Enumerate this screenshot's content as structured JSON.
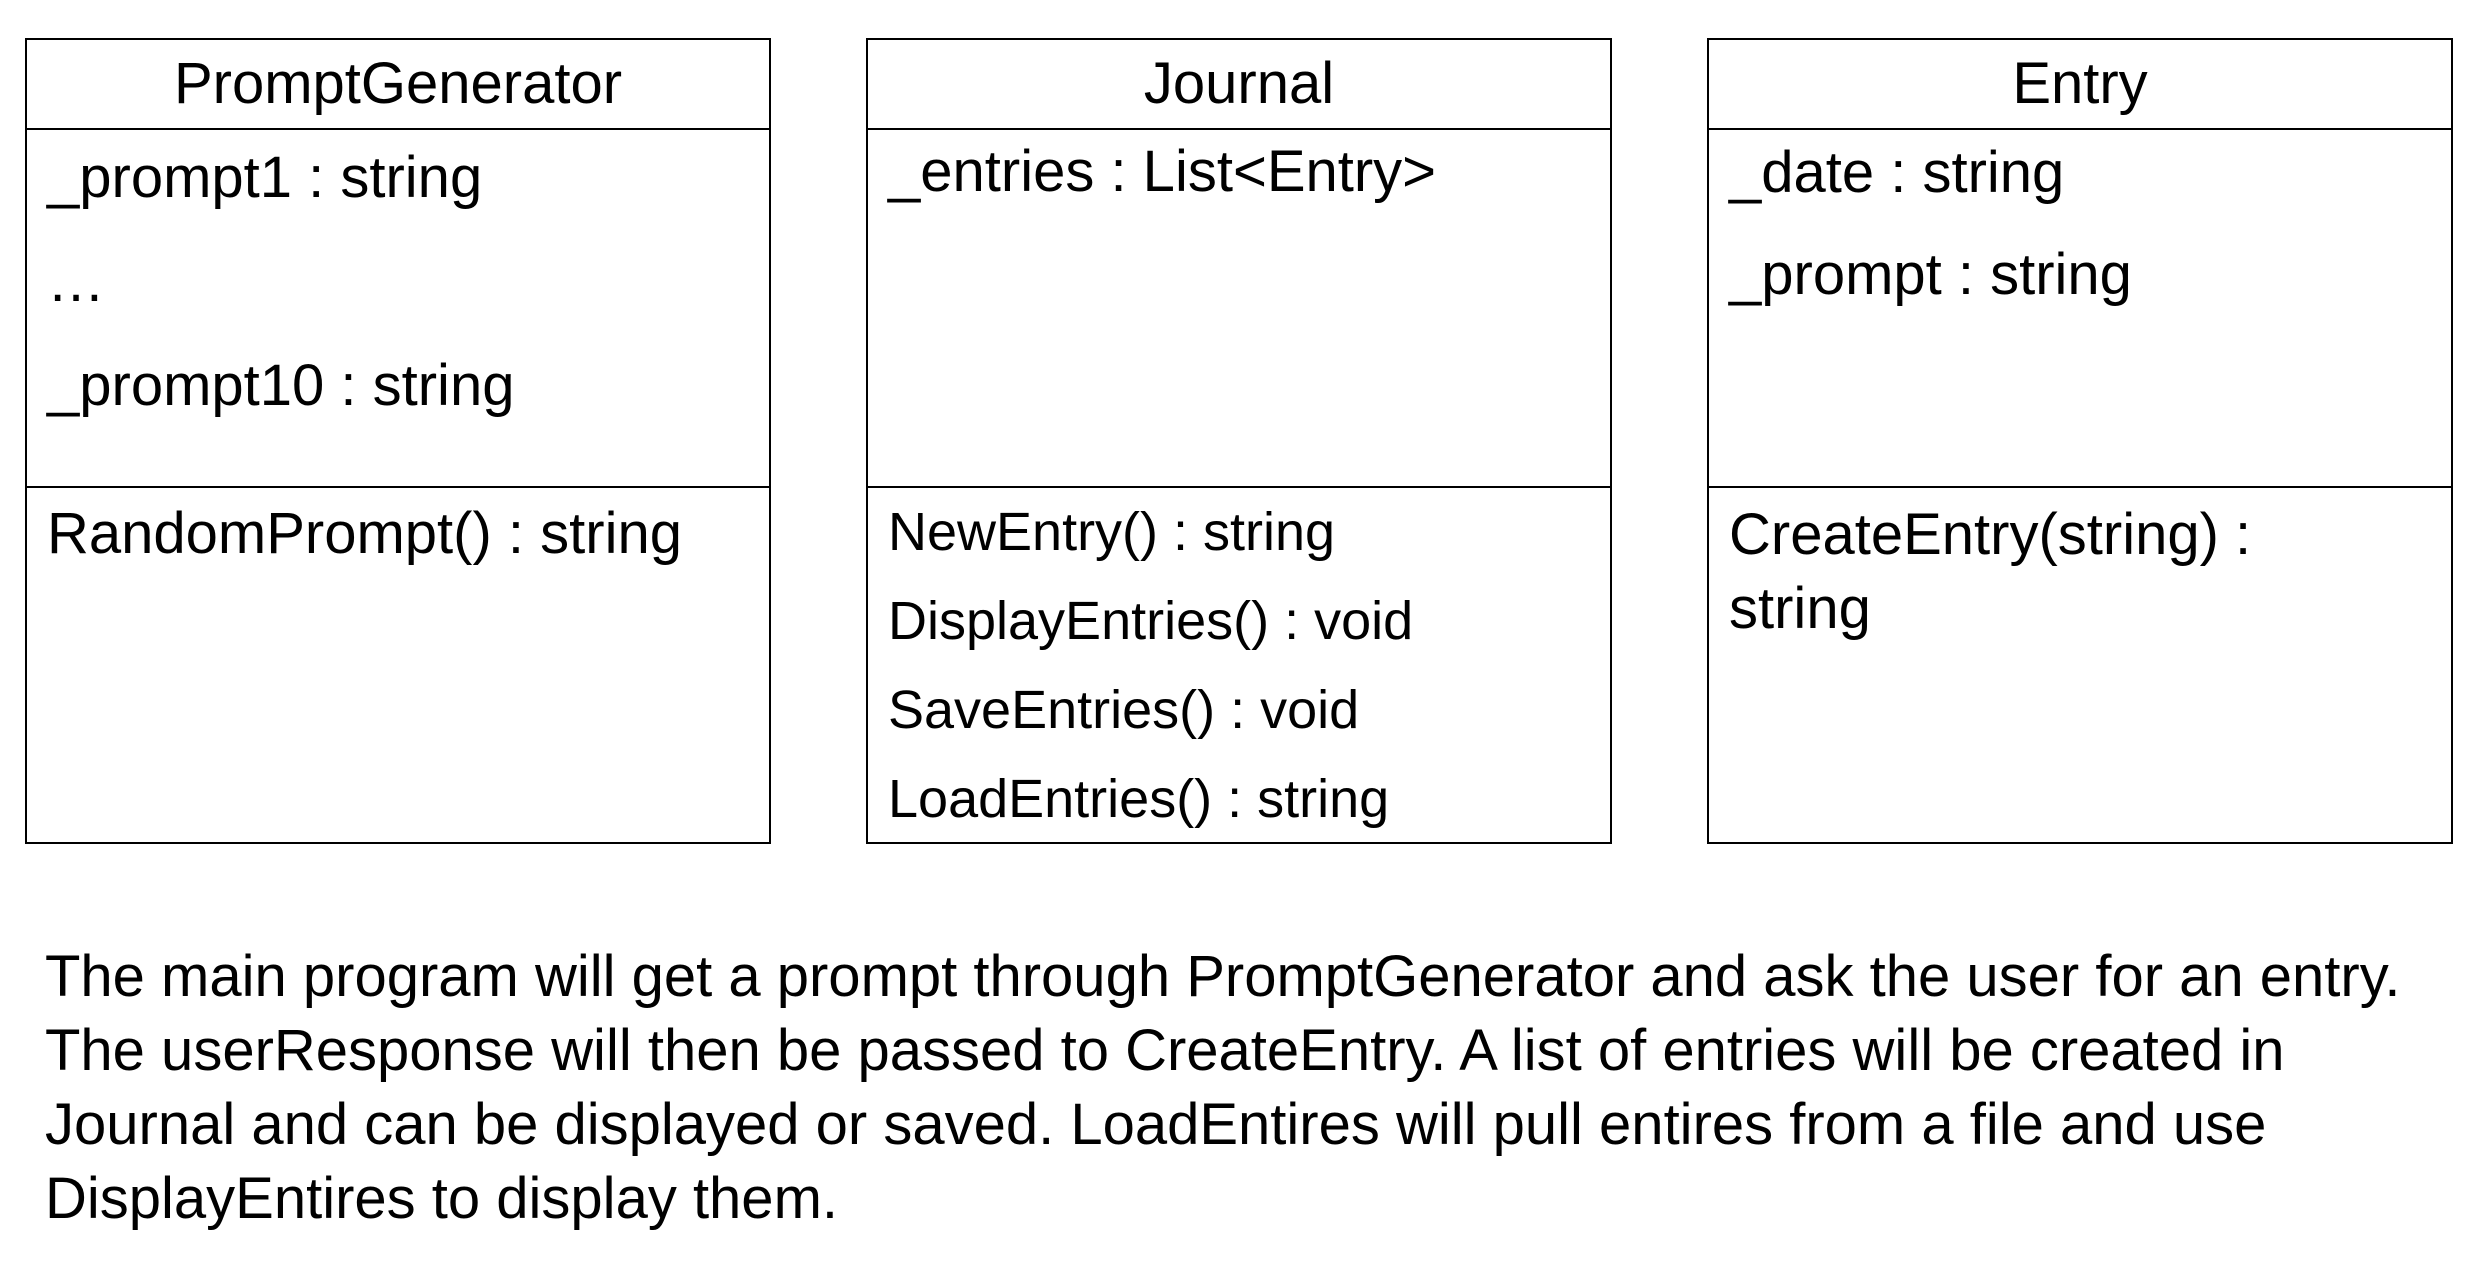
{
  "classes": [
    {
      "name": "PromptGenerator",
      "attributes": [
        "_prompt1 : string",
        "…",
        "_prompt10 : string"
      ],
      "methods": [
        "RandomPrompt() : string"
      ]
    },
    {
      "name": "Journal",
      "attributes": [
        "_entries : List<Entry>"
      ],
      "methods": [
        "NewEntry() : string",
        "DisplayEntries() : void",
        "SaveEntries() : void",
        "LoadEntries() : string"
      ]
    },
    {
      "name": "Entry",
      "attributes": [
        "_date : string",
        "_prompt : string"
      ],
      "methods": [
        "CreateEntry(string) : string"
      ]
    }
  ],
  "description": "The main program will get a prompt through PromptGenerator and ask the user for an entry. The userResponse will then be passed to CreateEntry. A list of entries will be created in Journal and can be displayed or saved. LoadEntires will pull entires from a file and use DisplayEntires to display them.",
  "colors": {
    "background": "#ffffff",
    "line": "#000000",
    "text": "#000000"
  }
}
